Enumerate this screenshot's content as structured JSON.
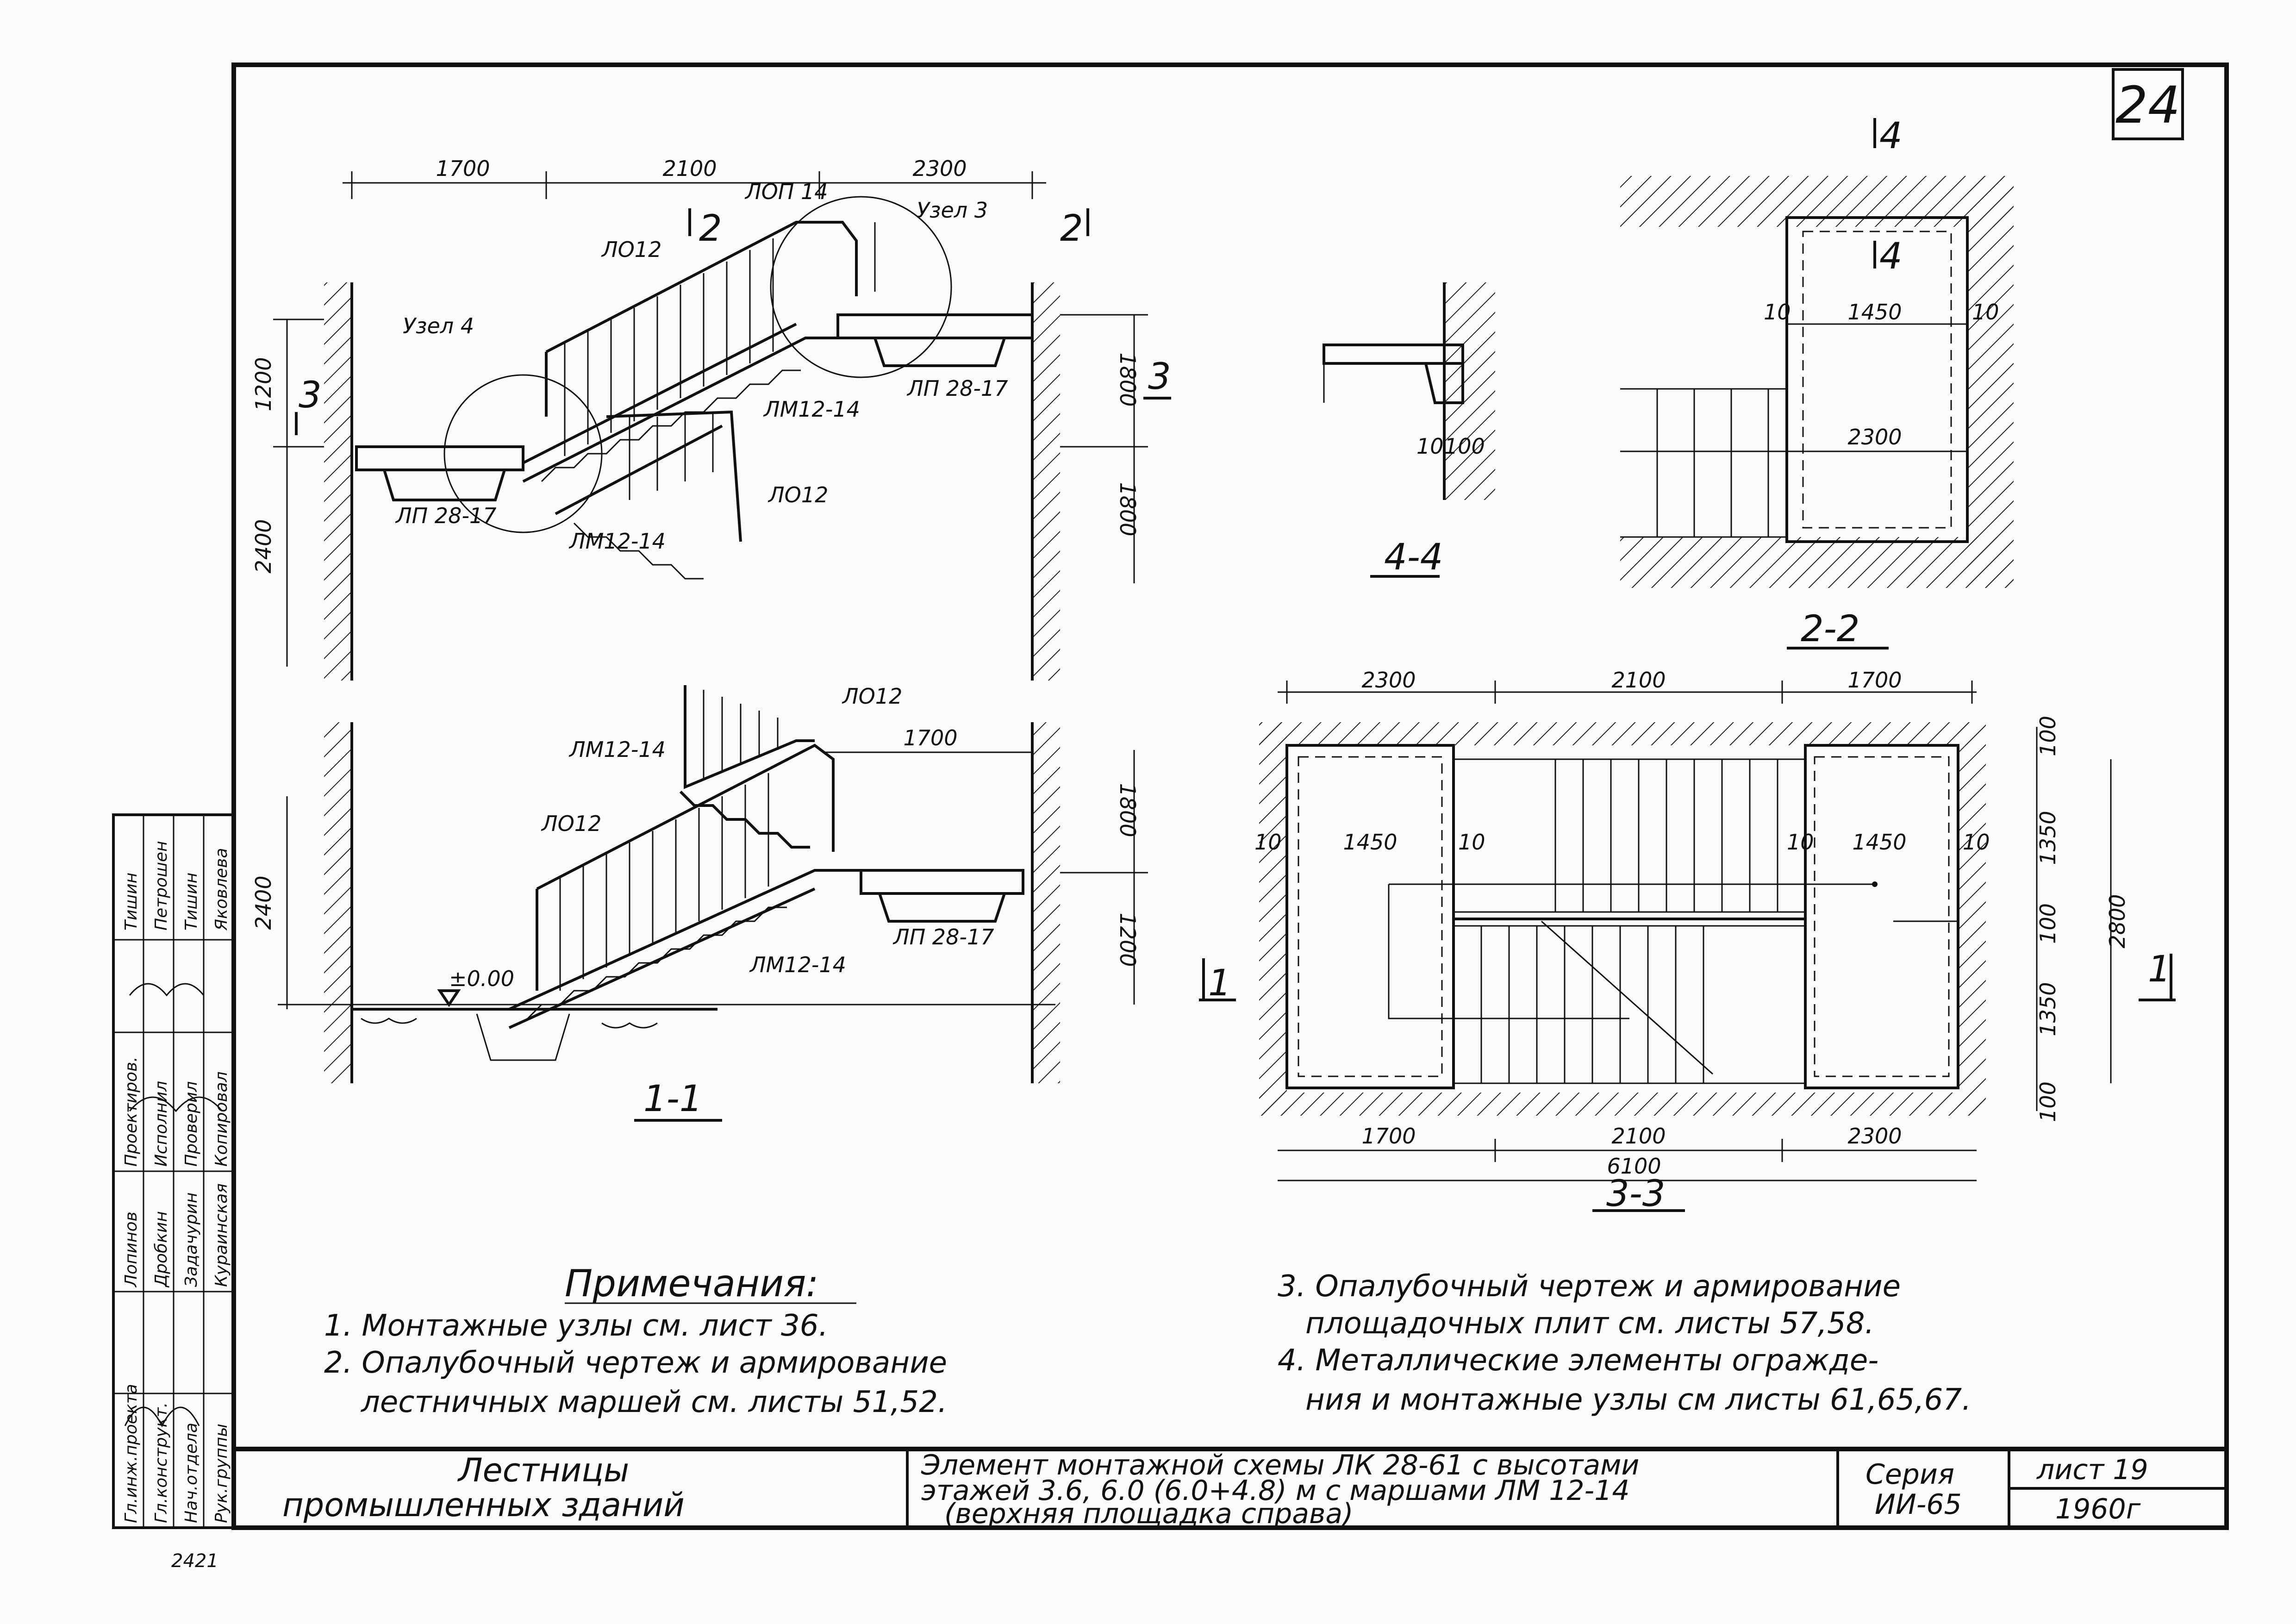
{
  "sheet_number": "24",
  "section_markers": {
    "s1": "1",
    "s2": "2",
    "s3": "3",
    "s4": "4"
  },
  "view_top": {
    "dims_top": [
      "1700",
      "2100",
      "2300"
    ],
    "dims_left": [
      "1200",
      "2400"
    ],
    "dims_right": [
      "1800",
      "1800"
    ],
    "labels": {
      "lop": "ЛОП 14",
      "uzel3": "Узел 3",
      "lo12a": "ЛО12",
      "uzel4": "Узел 4",
      "lm_a": "ЛМ12-14",
      "lp_right": "ЛП 28-17",
      "lo12b": "ЛО12",
      "lp_left": "ЛП 28-17",
      "lm_b": "ЛМ12-14"
    }
  },
  "view_4_4": {
    "title": "4-4",
    "dims": [
      "10",
      "100"
    ]
  },
  "view_2_2": {
    "title": "2-2",
    "dims": [
      "10",
      "1450",
      "10",
      "2300"
    ]
  },
  "view_1_1": {
    "title": "1-1",
    "dim_top": "1700",
    "dims_left": [
      "2400"
    ],
    "dims_right": [
      "1800",
      "1200"
    ],
    "level": "±0.00",
    "labels": {
      "lo12a": "ЛО12",
      "lm_a": "ЛМ12-14",
      "lo12b": "ЛО12",
      "lp": "ЛП 28-17",
      "lm_b": "ЛМ12-14"
    }
  },
  "view_3_3": {
    "title": "3-3",
    "dims_top": [
      "2300",
      "2100",
      "1700"
    ],
    "dims_bottom": [
      "1700",
      "2100",
      "2300"
    ],
    "total": "6100",
    "dims_right": [
      "100",
      "1350",
      "100",
      "1350",
      "100"
    ],
    "total_right": "2800",
    "inner_left": [
      "10",
      "1450",
      "10"
    ],
    "inner_right": [
      "10",
      "1450",
      "10"
    ]
  },
  "notes": {
    "title": "Примечания:",
    "n1": "1. Монтажные узлы см. лист 36.",
    "n2a": "2. Опалубочный чертеж и армирование",
    "n2b": "лестничных маршей см. листы 51,52.",
    "n3a": "3. Опалубочный чертеж и армирование",
    "n3b": "площадочных плит см. листы 57,58.",
    "n4a": "4. Металлические элементы огражде-",
    "n4b": "ния и монтажные узлы см листы 61,65,67."
  },
  "title_block": {
    "name_line1": "Лестницы",
    "name_line2": "промышленных зданий",
    "desc_line1": "Элемент монтажной схемы ЛК 28-61 с высотами",
    "desc_line2": "этажей 3.6, 6.0 (6.0+4.8) м с маршами ЛМ 12-14",
    "desc_line3": "(верхняя площадка справа)",
    "series_label": "Серия",
    "series_value": "ИИ-65",
    "sheet_label": "лист 19",
    "year": "1960г"
  },
  "stamp": {
    "roles": [
      "Гл.инж.проекта",
      "Гл.конструкт.",
      "Нач.отдела",
      "Рук.группы"
    ],
    "names": [
      "Лопинов",
      "Дробкин",
      "Задачурин",
      "Кураинская"
    ],
    "roles2": [
      "Проектиров.",
      "Исполнил",
      "Проверил",
      "Копировал"
    ],
    "names2": [
      "Тишин",
      "Петрошен",
      "Тишин",
      "Яковлева"
    ]
  },
  "archive_number": "2421"
}
